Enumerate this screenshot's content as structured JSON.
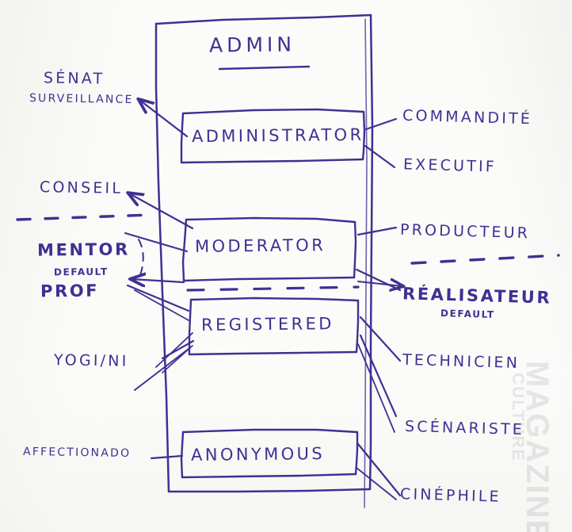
{
  "diagram": {
    "title": "ADMIN",
    "medium": "hand-drawn ink sketch",
    "ink_color": "#3e3193",
    "paper_color": "#fbfbf9",
    "description": "Hierarchy of user roles with French role-name annotations on both sides"
  },
  "hierarchy_boxes": [
    {
      "id": "administrator",
      "label": "ADMINISTRATOR",
      "level": 1
    },
    {
      "id": "moderator",
      "label": "MODERATOR",
      "level": 2
    },
    {
      "id": "registered",
      "label": "REGISTERED",
      "level": 3
    },
    {
      "id": "anonymous",
      "label": "ANONYMOUS",
      "level": 4
    }
  ],
  "left_labels": [
    {
      "id": "senat",
      "line1": "SÉNAT",
      "line2": "SURVEILLANCE",
      "target": "administrator"
    },
    {
      "id": "conseil",
      "text": "CONSEIL",
      "target": "moderator"
    },
    {
      "id": "mentor",
      "text": "MENTOR",
      "sub": "DEFAULT",
      "target": "moderator",
      "emphasis": "bold"
    },
    {
      "id": "prof",
      "text": "PROF",
      "target": "registered",
      "emphasis": "bold"
    },
    {
      "id": "yogi",
      "text": "YOGI/NI",
      "target": "registered"
    },
    {
      "id": "affectionado",
      "text": "AFFECTIONADO",
      "target": "anonymous"
    }
  ],
  "right_labels": [
    {
      "id": "commandite",
      "text": "COMMANDITÉ",
      "target": "administrator"
    },
    {
      "id": "executif",
      "text": "EXECUTIF",
      "target": "administrator"
    },
    {
      "id": "producteur",
      "text": "PRODUCTEUR",
      "target": "moderator"
    },
    {
      "id": "realisateur",
      "text": "RÉALISATEUR",
      "sub": "DEFAULT",
      "target": "moderator",
      "emphasis": "bold"
    },
    {
      "id": "technicien",
      "text": "TECHNICIEN",
      "target": "registered"
    },
    {
      "id": "scenariste",
      "text": "SCÉNARISTE",
      "target": "registered"
    },
    {
      "id": "cinephile",
      "text": "CINÉPHILE",
      "target": "anonymous"
    }
  ],
  "dashed_separators": [
    {
      "id": "left-dashed",
      "side": "left",
      "note": "above MENTOR"
    },
    {
      "id": "center-dashed",
      "side": "center",
      "note": "between MODERATOR and REGISTERED"
    },
    {
      "id": "right-dashed",
      "side": "right",
      "note": "above RÉALISATEUR"
    }
  ],
  "showthrough": [
    {
      "text": "MAGAZINE",
      "note": "faint reverse-side print"
    },
    {
      "text": "CULTURE",
      "note": "faint reverse-side print"
    }
  ]
}
